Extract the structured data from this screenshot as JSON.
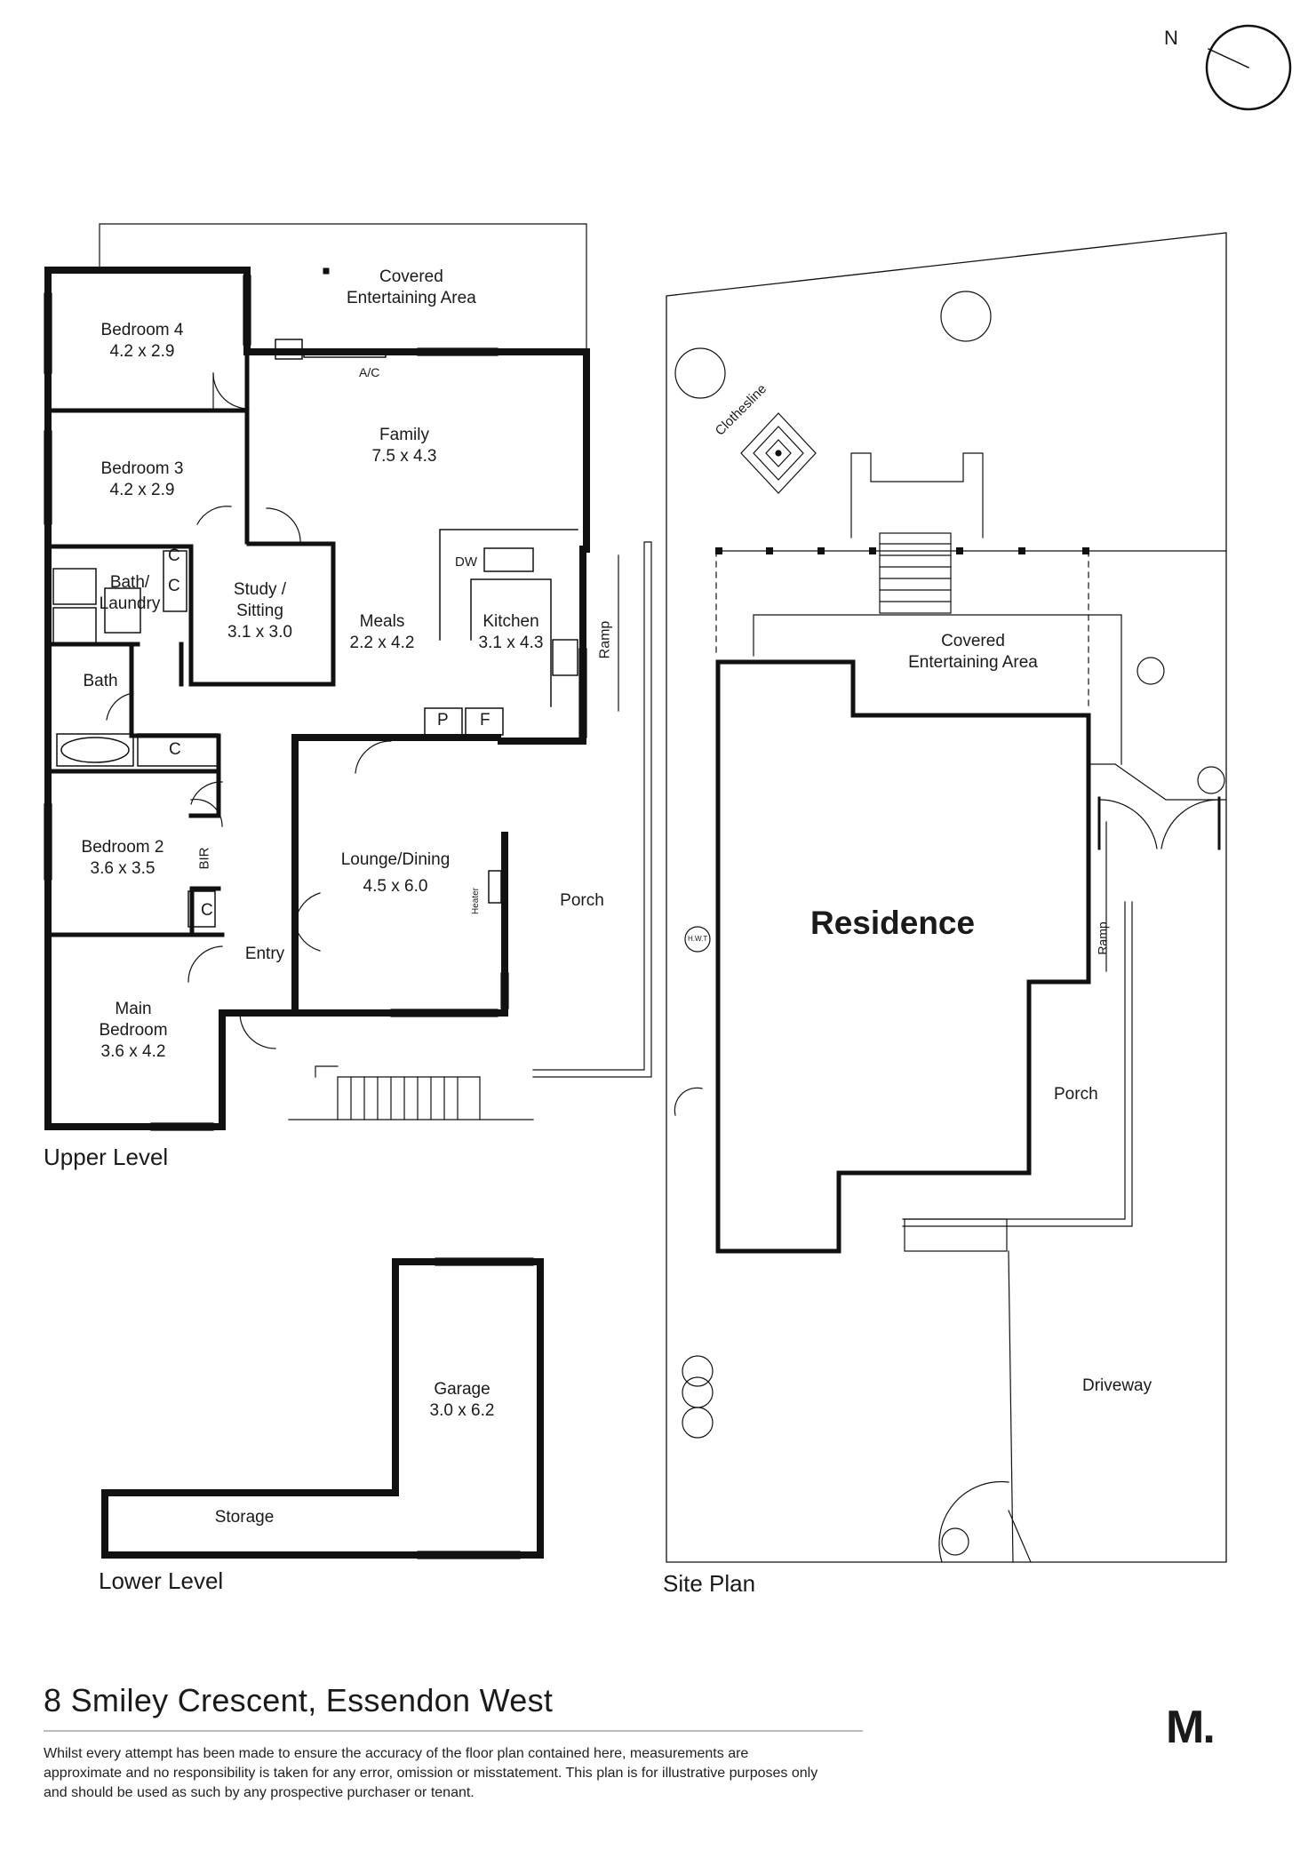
{
  "compass": {
    "label": "N"
  },
  "upper_level": {
    "title": "Upper Level",
    "rooms": {
      "covered": {
        "name": "Covered\nEntertaining Area"
      },
      "bed4": {
        "name": "Bedroom 4",
        "size": "4.2 x 2.9"
      },
      "bed3": {
        "name": "Bedroom 3",
        "size": "4.2 x 2.9"
      },
      "family": {
        "name": "Family",
        "size": "7.5 x 4.3"
      },
      "bathlaundry": {
        "name": "Bath/\nLaundry"
      },
      "study": {
        "name": "Study /\nSitting",
        "size": "3.1 x 3.0"
      },
      "meals": {
        "name": "Meals",
        "size": "2.2 x 4.2"
      },
      "kitchen": {
        "name": "Kitchen",
        "size": "3.1 x 4.3"
      },
      "bath": {
        "name": "Bath"
      },
      "bed2": {
        "name": "Bedroom 2",
        "size": "3.6 x 3.5"
      },
      "lounge": {
        "name": "Lounge/Dining",
        "size": "4.5 x 6.0"
      },
      "porch": {
        "name": "Porch"
      },
      "entry": {
        "name": "Entry"
      },
      "main": {
        "name": "Main\nBedroom",
        "size": "3.6 x 4.2"
      }
    },
    "fixtures": {
      "ac": "A/C",
      "dw": "DW",
      "p": "P",
      "f": "F",
      "c": "C",
      "bir": "BIR",
      "heater": "Heater",
      "ramp": "Ramp"
    }
  },
  "lower_level": {
    "title": "Lower Level",
    "rooms": {
      "garage": {
        "name": "Garage",
        "size": "3.0 x 6.2"
      },
      "storage": {
        "name": "Storage"
      }
    }
  },
  "site_plan": {
    "title": "Site Plan",
    "labels": {
      "clothesline": "Clothesline",
      "covered": "Covered\nEntertaining Area",
      "residence": "Residence",
      "hwt": "H.W.T",
      "ramp": "Ramp",
      "porch": "Porch",
      "driveway": "Driveway"
    }
  },
  "address": "8 Smiley Crescent, Essendon West",
  "disclaimer": "Whilst every attempt has been made to ensure the accuracy of the floor plan contained here, measurements are approximate and no responsibility is taken for any error, omission or misstatement. This plan is for illustrative purposes only and should be used as such by any prospective purchaser or tenant.",
  "logo": "M."
}
